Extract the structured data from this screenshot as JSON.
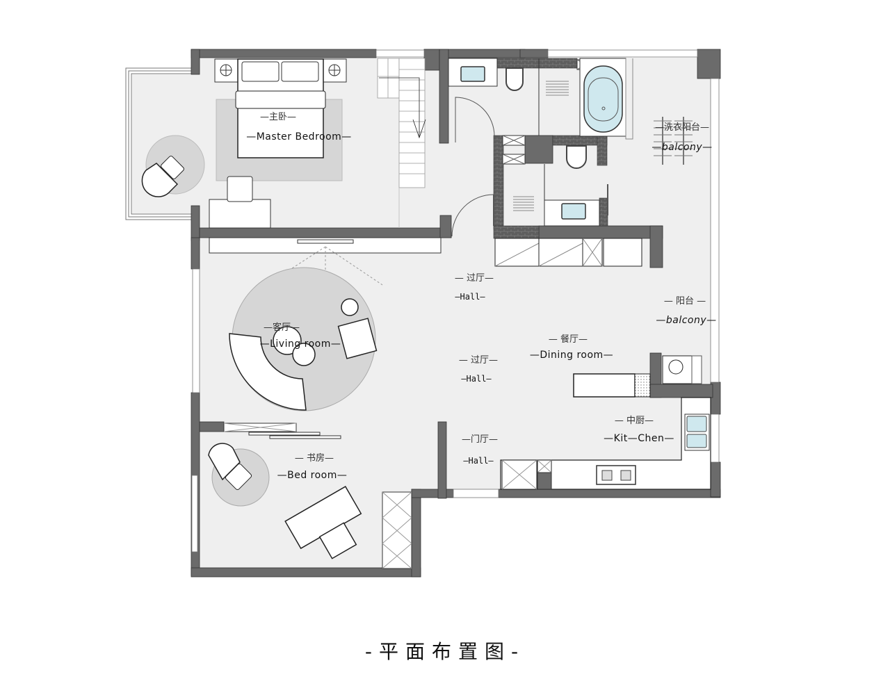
{
  "caption": "-平面布置图-",
  "colors": {
    "wall": "#6b6b6b",
    "floor": "#efefef",
    "rug": "#d6d6d6",
    "furniture": "#ffffff",
    "brick": "#5a5a5a",
    "water": "#cfe8ee",
    "line": "#222222"
  },
  "rooms": [
    {
      "id": "master-bedroom",
      "cn": "—主卧—",
      "en": "—Master Bedroom—"
    },
    {
      "id": "laundry-balcony",
      "cn": "—洗衣阳台—",
      "en": "—balcony—"
    },
    {
      "id": "hall-top",
      "cn": "— 过厅—",
      "en": "—Hall—"
    },
    {
      "id": "balcony-east",
      "cn": "— 阳台 —",
      "en": "—balcony—"
    },
    {
      "id": "living-room",
      "cn": "—客厅—",
      "en": "—Living room—"
    },
    {
      "id": "dining-room",
      "cn": "— 餐厅—",
      "en": "—Dining room—"
    },
    {
      "id": "hall-middle",
      "cn": "— 过厅—",
      "en": "—Hall—"
    },
    {
      "id": "kitchen",
      "cn": "— 中厨—",
      "en": "—Kit—Chen—"
    },
    {
      "id": "entry-hall",
      "cn": "—门厅—",
      "en": "—Hall—"
    },
    {
      "id": "study",
      "cn": "— 书房—",
      "en": "—Bed room—"
    }
  ]
}
